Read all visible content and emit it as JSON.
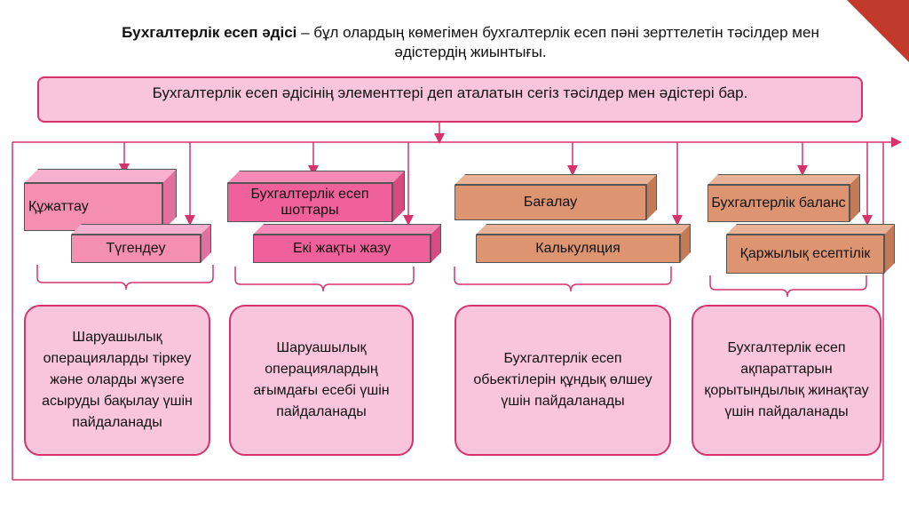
{
  "title": {
    "bold": "Бухгалтерлік есеп әдісі",
    "rest": " – бұл олардың көмегімен бухгалтерлік есеп пәні зерттелетін тәсілдер мен әдістердің жиынтығы."
  },
  "top_box": "Бухгалтерлік есеп әдісінің элементтері деп аталатын сегіз тәсілдер мен әдістері бар.",
  "groups": [
    {
      "box1": "Құжаттау",
      "box2": "Түгендеу",
      "description": "Шаруашылық операцияларды тіркеу және оларды жүзеге асыруды бақылау үшін пайдаланады",
      "color": "#f48fb1"
    },
    {
      "box1": "Бухгалтерлік есеп шоттары",
      "box2": "Екі жақты жазу",
      "description": "Шаруашылық операциялардың ағымдағы есебі үшін пайдаланады",
      "color": "#f0609a"
    },
    {
      "box1": "Бағалау",
      "box2": "Калькуляция",
      "description": "Бухгалтерлік есеп обьектілерін құндық өлшеу үшін пайдаланады",
      "color": "#dd9470"
    },
    {
      "box1": "Бухгалтерлік баланс",
      "box2": "Қаржылық есептілік",
      "description": "Бухгалтерлік есеп ақпараттарын қорытындылық жинақтау үшін пайдаланады",
      "color": "#dd9470"
    }
  ],
  "colors": {
    "accent": "#d6336c",
    "box_fill": "#f9c5dd",
    "corner": "#c0392b"
  }
}
